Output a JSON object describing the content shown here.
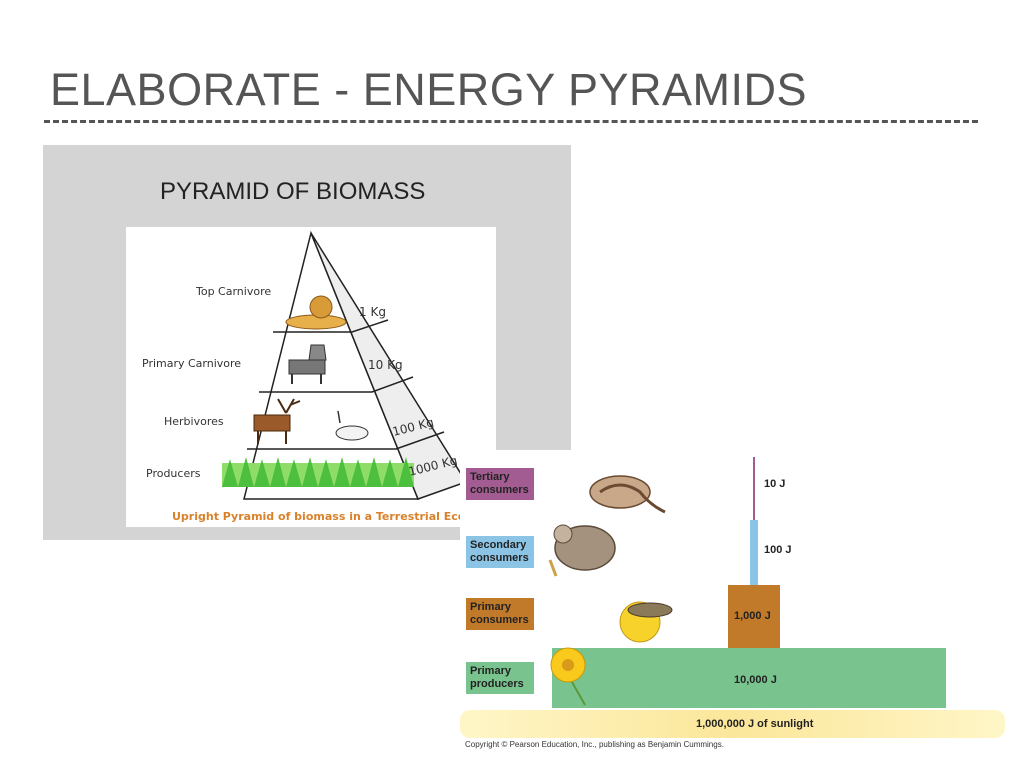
{
  "slide": {
    "title": "ELABORATE - ENERGY PYRAMIDS"
  },
  "left": {
    "heading": "PYRAMID OF BIOMASS",
    "levels": [
      {
        "label": "Top Carnivore",
        "mass": "1 Kg"
      },
      {
        "label": "Primary Carnivore",
        "mass": "10 Kg"
      },
      {
        "label": "Herbivores",
        "mass": "100 Kg"
      },
      {
        "label": "Producers",
        "mass": "1000 Kg"
      }
    ],
    "caption": "Upright Pyramid of biomass in a Terrestrial Ecos"
  },
  "right": {
    "levels": [
      {
        "label": "Tertiary consumers",
        "energy": "10 J",
        "color": "#a35c91"
      },
      {
        "label": "Secondary consumers",
        "energy": "100 J",
        "color": "#8cc4e6"
      },
      {
        "label": "Primary consumers",
        "energy": "1,000 J",
        "color": "#c07a2a"
      },
      {
        "label": "Primary producers",
        "energy": "10,000 J",
        "color": "#79c38e"
      }
    ],
    "sunlight": "1,000,000 J of sunlight",
    "copyright": "Copyright © Pearson Education, Inc., publishing as Benjamin Cummings."
  }
}
